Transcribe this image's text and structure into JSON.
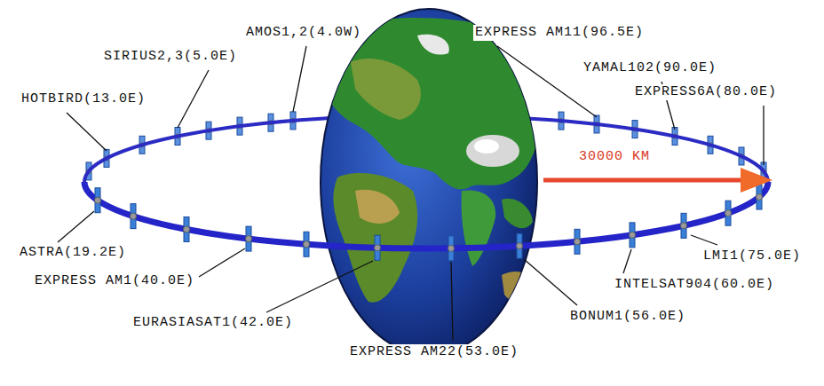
{
  "diagram": {
    "labels": [
      "AMOS1,2(4.0W)",
      "EXPRESS AM11(96.5E)",
      "SIRIUS2,3(5.0E)",
      "YAMAL102(90.0E)",
      "EXPRESS6A(80.0E)",
      "HOTBIRD(13.0E)",
      "30000 KM",
      "LMI1(75.0E)",
      "ASTRA(19.2E)",
      "EXPRESS AM1(40.0E)",
      "INTELSAT904(60.0E)",
      "BONUM1(56.0E)",
      "EURASIASAT1(42.0E)",
      "EXPRESS AM22(53.0E)"
    ]
  }
}
